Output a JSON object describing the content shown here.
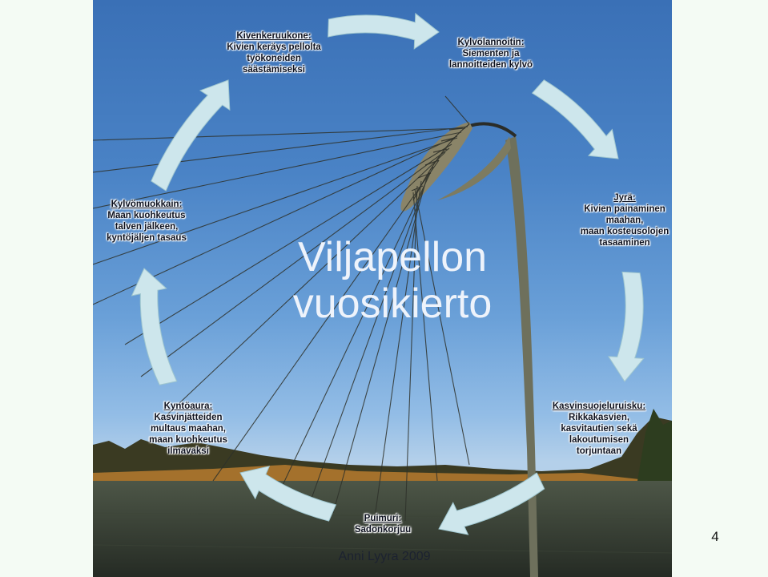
{
  "title": {
    "line1": "Viljapellon",
    "line2": "vuosikierto"
  },
  "steps": [
    {
      "name": "Kivenkeruukone:",
      "desc": [
        "Kivien keräys pellolta",
        "työkoneiden",
        "säästämiseksi"
      ]
    },
    {
      "name": "Kylvölannoitin:",
      "desc": [
        "Siementen ja",
        "lannoitteiden kylvö"
      ]
    },
    {
      "name": "Jyrä:",
      "desc": [
        "Kivien painaminen",
        "maahan,",
        "maan kosteusolojen",
        "tasaaminen"
      ]
    },
    {
      "name": "Kasvinsuojeluruisku:",
      "desc": [
        "Rikkakasvien,",
        "kasvitautien sekä",
        "lakoutumisen",
        "torjuntaan"
      ]
    },
    {
      "name": "Puimuri:",
      "desc": [
        "Sadonkorjuu"
      ]
    },
    {
      "name": "Kyntöaura:",
      "desc": [
        "Kasvinjätteiden",
        "multaus maahan,",
        "maan kuohkeutus",
        "ilmavaksi"
      ]
    },
    {
      "name": "Kylvömuokkain:",
      "desc": [
        "Maan kuohkeutus",
        "talven jälkeen,",
        "kyntöjäljen tasaus"
      ]
    }
  ],
  "arrow_color": "#cde6ec",
  "author": "Anni Lyyra 2009",
  "page_number": "4"
}
